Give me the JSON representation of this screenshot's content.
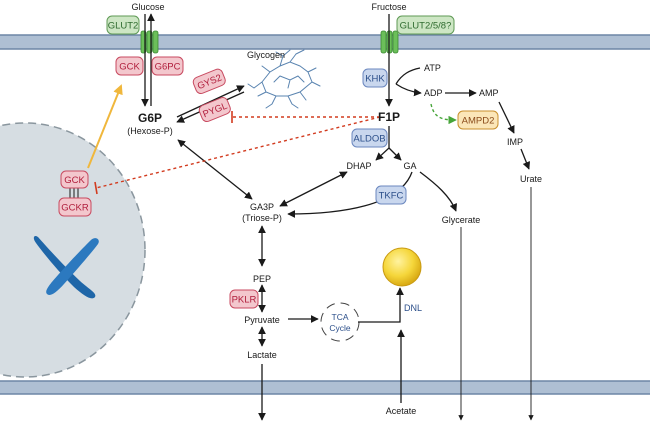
{
  "metabolites": {
    "glucose": "Glucose",
    "fructose": "Fructose",
    "glycogen": "Glycogen",
    "g6p": "G6P",
    "hexose_p": "(Hexose-P)",
    "f1p": "F1P",
    "atp": "ATP",
    "adp": "ADP",
    "amp": "AMP",
    "imp": "IMP",
    "urate": "Urate",
    "dhap": "DHAP",
    "ga": "GA",
    "ga3p": "GA3P",
    "triose_p": "(Triose-P)",
    "glycerate": "Glycerate",
    "pep": "PEP",
    "pyruvate": "Pyruvate",
    "lactate": "Lactate",
    "tca_line1": "TCA",
    "tca_line2": "Cycle",
    "dnl": "DNL",
    "acetate": "Acetate"
  },
  "enzymes": {
    "glut2": "GLUT2",
    "glut2_5_8": "GLUT2/5/8?",
    "gck": "GCK",
    "g6pc": "G6PC",
    "gys2": "GYS2",
    "pygl": "PYGL",
    "khk": "KHK",
    "aldob": "ALDOB",
    "ampd2": "AMPD2",
    "tkfc": "TKFC",
    "gck_nucleus": "GCK",
    "gckr": "GCKR",
    "pklr": "PKLR"
  },
  "colors": {
    "membrane": "#aebfd3",
    "membrane_line": "#6d86a6",
    "nucleus": "#d6dde2",
    "enzyme_red_fill": "#f3c7cd",
    "enzyme_red_stroke": "#c84a60",
    "enzyme_blue_fill": "#c9d7ee",
    "enzyme_blue_stroke": "#6b87bf",
    "enzyme_green_fill": "#cde6c4",
    "enzyme_green_stroke": "#5f9a55",
    "enzyme_yellow_fill": "#fbe6b8",
    "enzyme_yellow_stroke": "#c88f2c",
    "arrow": "#1a1a1a",
    "inhibition": "#d23b1f",
    "activation": "#47a53a",
    "translocation": "#f0b73c",
    "glycogen": "#5a84b0",
    "lipid_droplet": "#f3d33a",
    "chromosome": "#1f66a8"
  },
  "icons": {
    "transporter": "membrane-transporter-icon",
    "glycogen": "glycogen-granule-icon",
    "chromosome": "chromosome-icon",
    "lipid": "lipid-droplet-icon"
  }
}
